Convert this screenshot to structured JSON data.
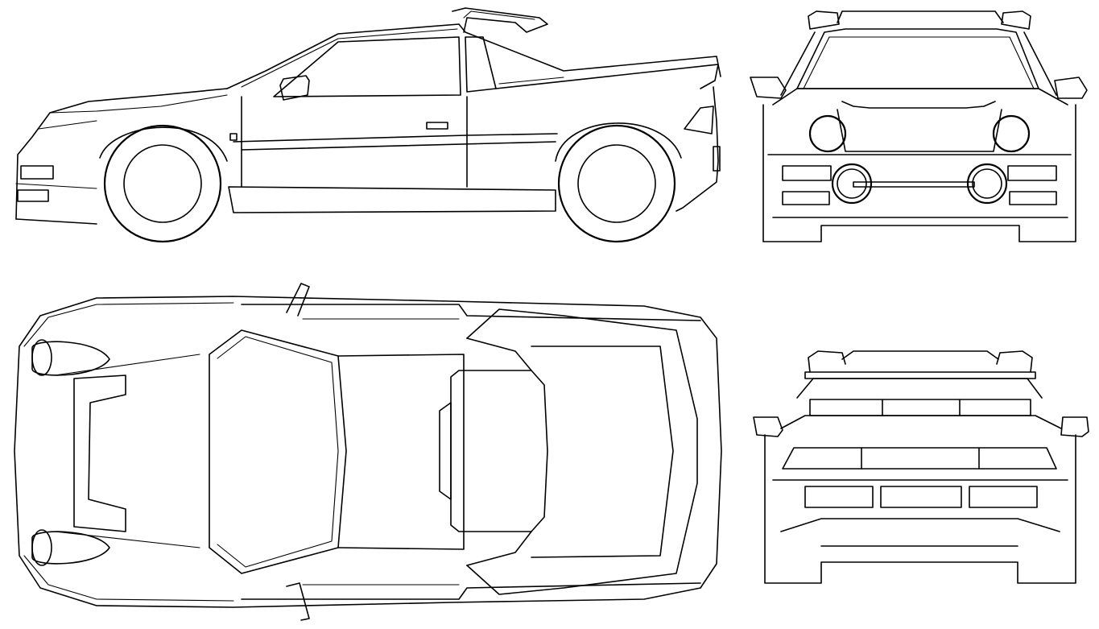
{
  "drawing": {
    "subject": "rally-car-blueprint",
    "views": [
      {
        "id": "side",
        "label": ""
      },
      {
        "id": "front",
        "label": ""
      },
      {
        "id": "top",
        "label": ""
      },
      {
        "id": "rear",
        "label": ""
      }
    ],
    "line_color": "#000000",
    "background_color": "#ffffff"
  }
}
